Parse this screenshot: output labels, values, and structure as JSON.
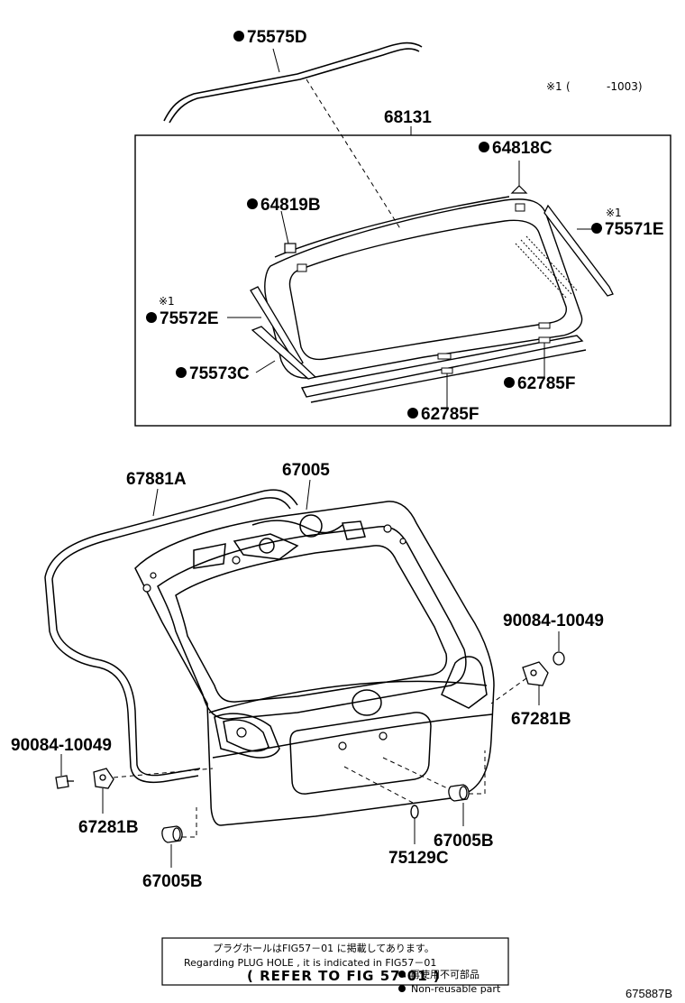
{
  "note_star": {
    "mark": "※1",
    "paren_open": "(",
    "range": "-1003)"
  },
  "footnote_star": "※1",
  "parts": {
    "p75575D": "75575D",
    "p68131": "68131",
    "p64818C": "64818C",
    "p64819B": "64819B",
    "p75571E": "75571E",
    "p75572E": "75572E",
    "p75573C": "75573C",
    "p62785F_a": "62785F",
    "p62785F_b": "62785F",
    "p67881A": "67881A",
    "p67005": "67005",
    "p90084_right": "90084-10049",
    "p67281B_right": "67281B",
    "p90084_left": "90084-10049",
    "p67281B_left": "67281B",
    "p67005B_right": "67005B",
    "p67005B_left": "67005B",
    "p75129C": "75129C"
  },
  "notice": {
    "line_jp": "プラグホールはFIG57－01 に掲載してあります。",
    "line_en": "Regarding PLUG HOLE , it is indicated in FIG57－01",
    "refer": "( REFER TO FIG 57-01 )",
    "nonreuse_jp": "再使用不可部品",
    "nonreuse_en": "Non-reusable part"
  },
  "diagram_code": "675887B"
}
